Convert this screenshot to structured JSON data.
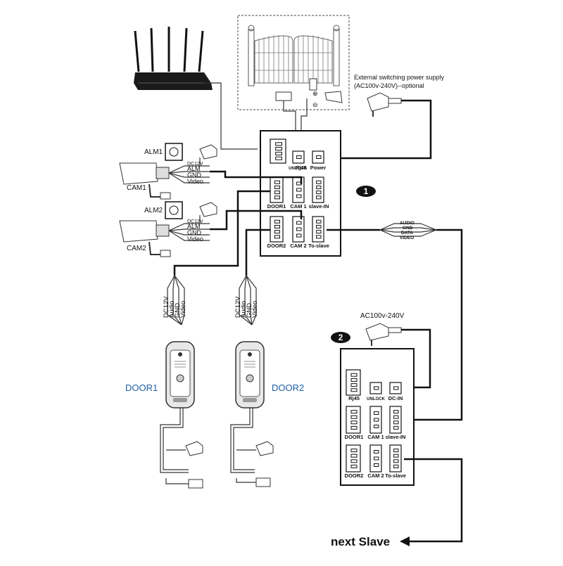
{
  "badges": {
    "monitor1": "1",
    "monitor2": "2"
  },
  "power_supply": {
    "line1": "External switching power supply",
    "line2": "(AC100v-240V)--optional"
  },
  "ac_label": "AC100v-240V",
  "monitor1": {
    "ports": [
      "Rj45",
      "UNLOCK",
      "Power",
      "DOOR1",
      "CAM 1",
      "slave-IN",
      "DOOR2",
      "CAM 2",
      "To-slave"
    ]
  },
  "monitor2": {
    "ports": [
      "Rj45",
      "UNLOCK",
      "DC-IN",
      "DOOR1",
      "CAM 1",
      "slave-IN",
      "DOOR2",
      "CAM 2",
      "To-slave"
    ]
  },
  "cam1": {
    "alarm": "ALM1",
    "name": "CAM1",
    "wires": [
      "DC12V",
      "ALM",
      "GND",
      "Video"
    ]
  },
  "cam2": {
    "alarm": "ALM2",
    "name": "CAM2",
    "wires": [
      "DC12V",
      "ALM",
      "GND",
      "Video"
    ]
  },
  "slave_wires": [
    "AUDIO",
    "GND",
    "DATA",
    "VIDEO"
  ],
  "door_wires": [
    "DC12V",
    "Audio",
    "GND",
    "Video"
  ],
  "door1_label": "DOOR1",
  "door2_label": "DOOR2",
  "unlock_symbols": {
    "plus": "⊕",
    "minus": "⊖"
  },
  "next_slave": "next  Slave"
}
